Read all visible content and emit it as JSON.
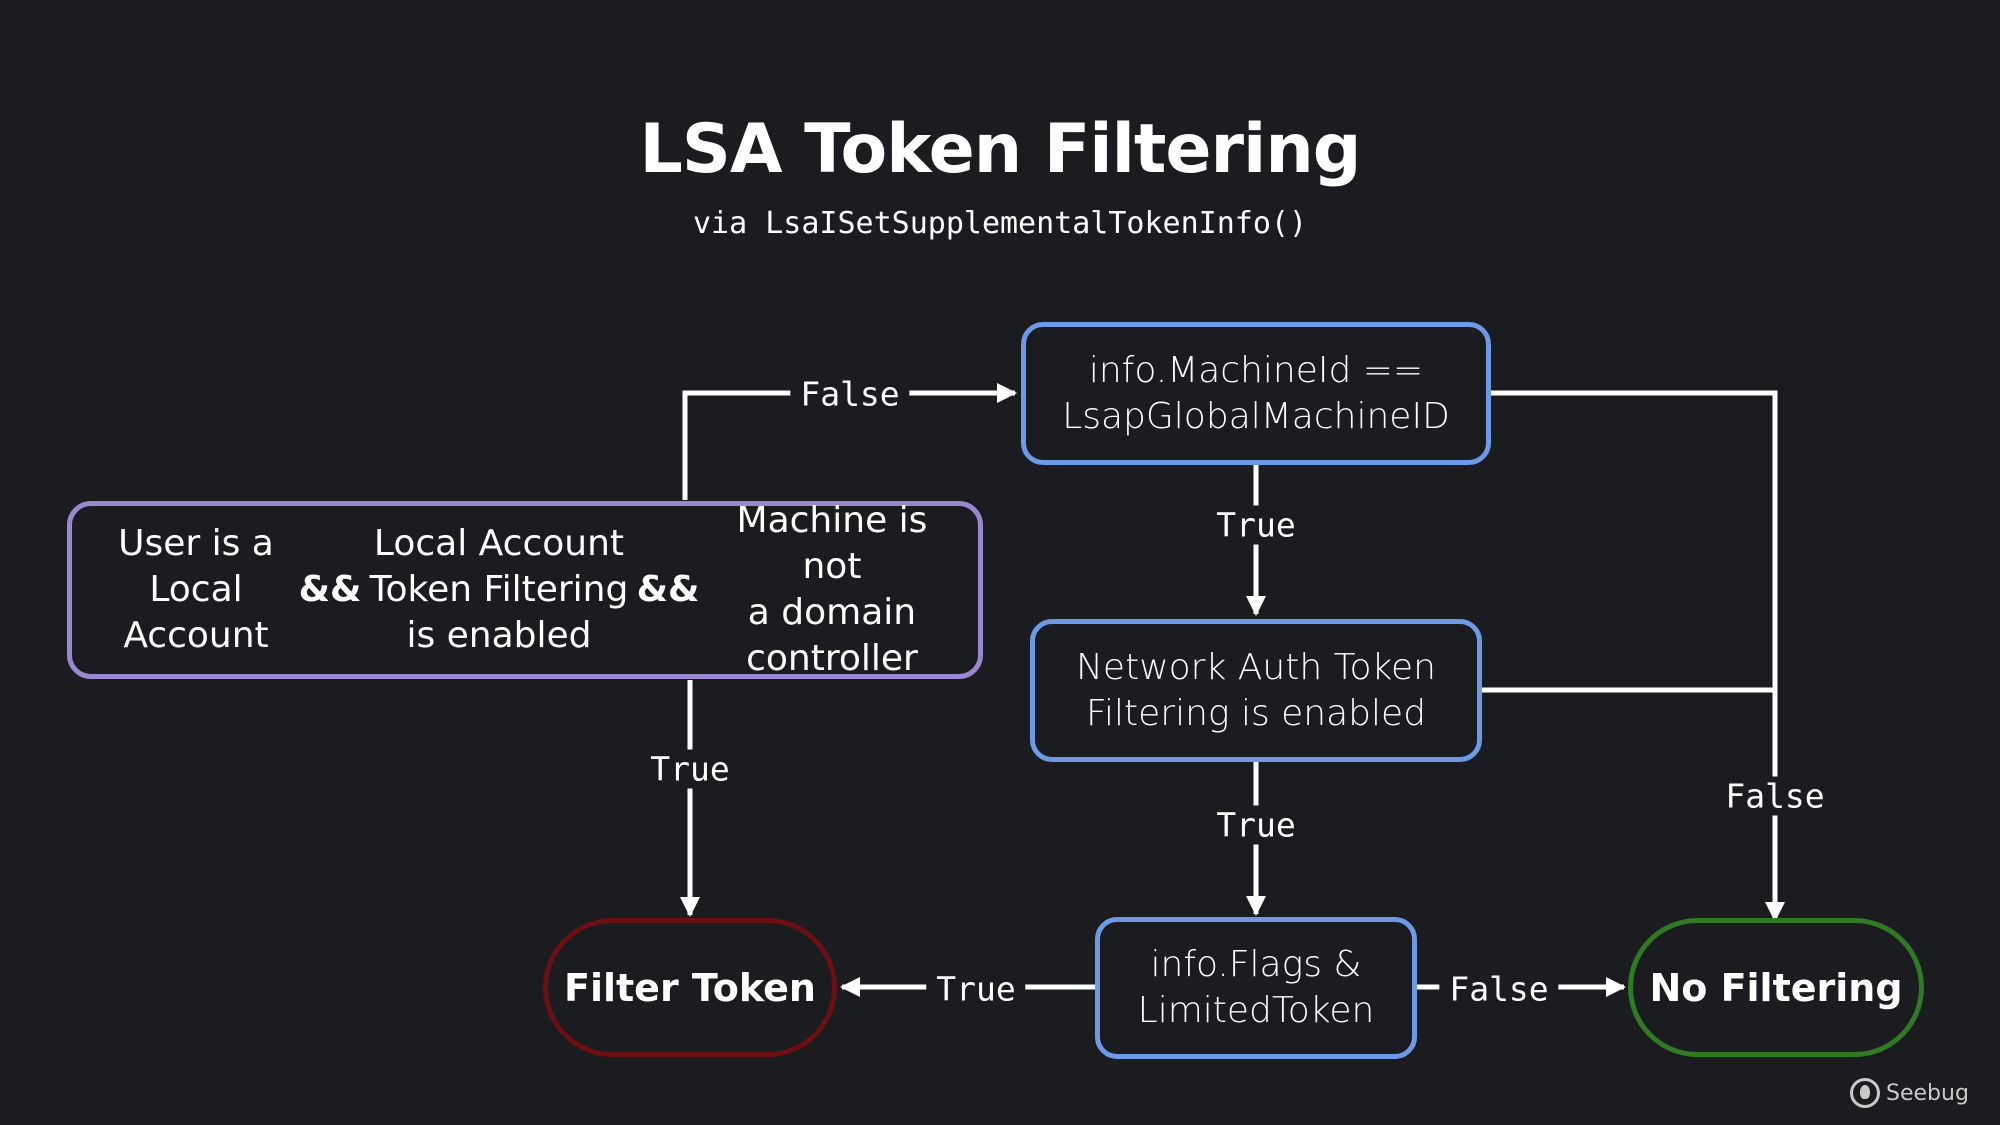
{
  "header": {
    "title": "LSA Token Filtering",
    "subtitle": "via LsaISetSupplementalTokenInfo()"
  },
  "colors": {
    "background": "#1a1c1f",
    "condition_border": "#6c9ae6",
    "compound_border": "#9b86d0",
    "filter_border": "#6b0f12",
    "nofilter_border": "#2f7a23",
    "wire": "#ffffff"
  },
  "nodes": {
    "compound": {
      "col1": "User is a\nLocal\nAccount",
      "op1": "&&",
      "col2": "Local Account\nToken Filtering\nis enabled",
      "op2": "&&",
      "col3": "Machine is not\na domain\ncontroller"
    },
    "machine_id": {
      "text": "info.MachineId ==\nLsapGlobalMachineID"
    },
    "network_auth": {
      "text": "Network Auth Token\nFiltering is enabled"
    },
    "flags": {
      "text": "info.Flags &\nLimitedToken"
    },
    "filter_token": {
      "text": "Filter Token"
    },
    "no_filtering": {
      "text": "No Filtering"
    }
  },
  "edges": {
    "compound_false": "False",
    "compound_true": "True",
    "machine_true": "True",
    "network_true": "True",
    "right_false": "False",
    "flags_true": "True",
    "flags_false": "False"
  },
  "watermark": {
    "icon": "seebug-logo-icon",
    "text": "Seebug"
  }
}
